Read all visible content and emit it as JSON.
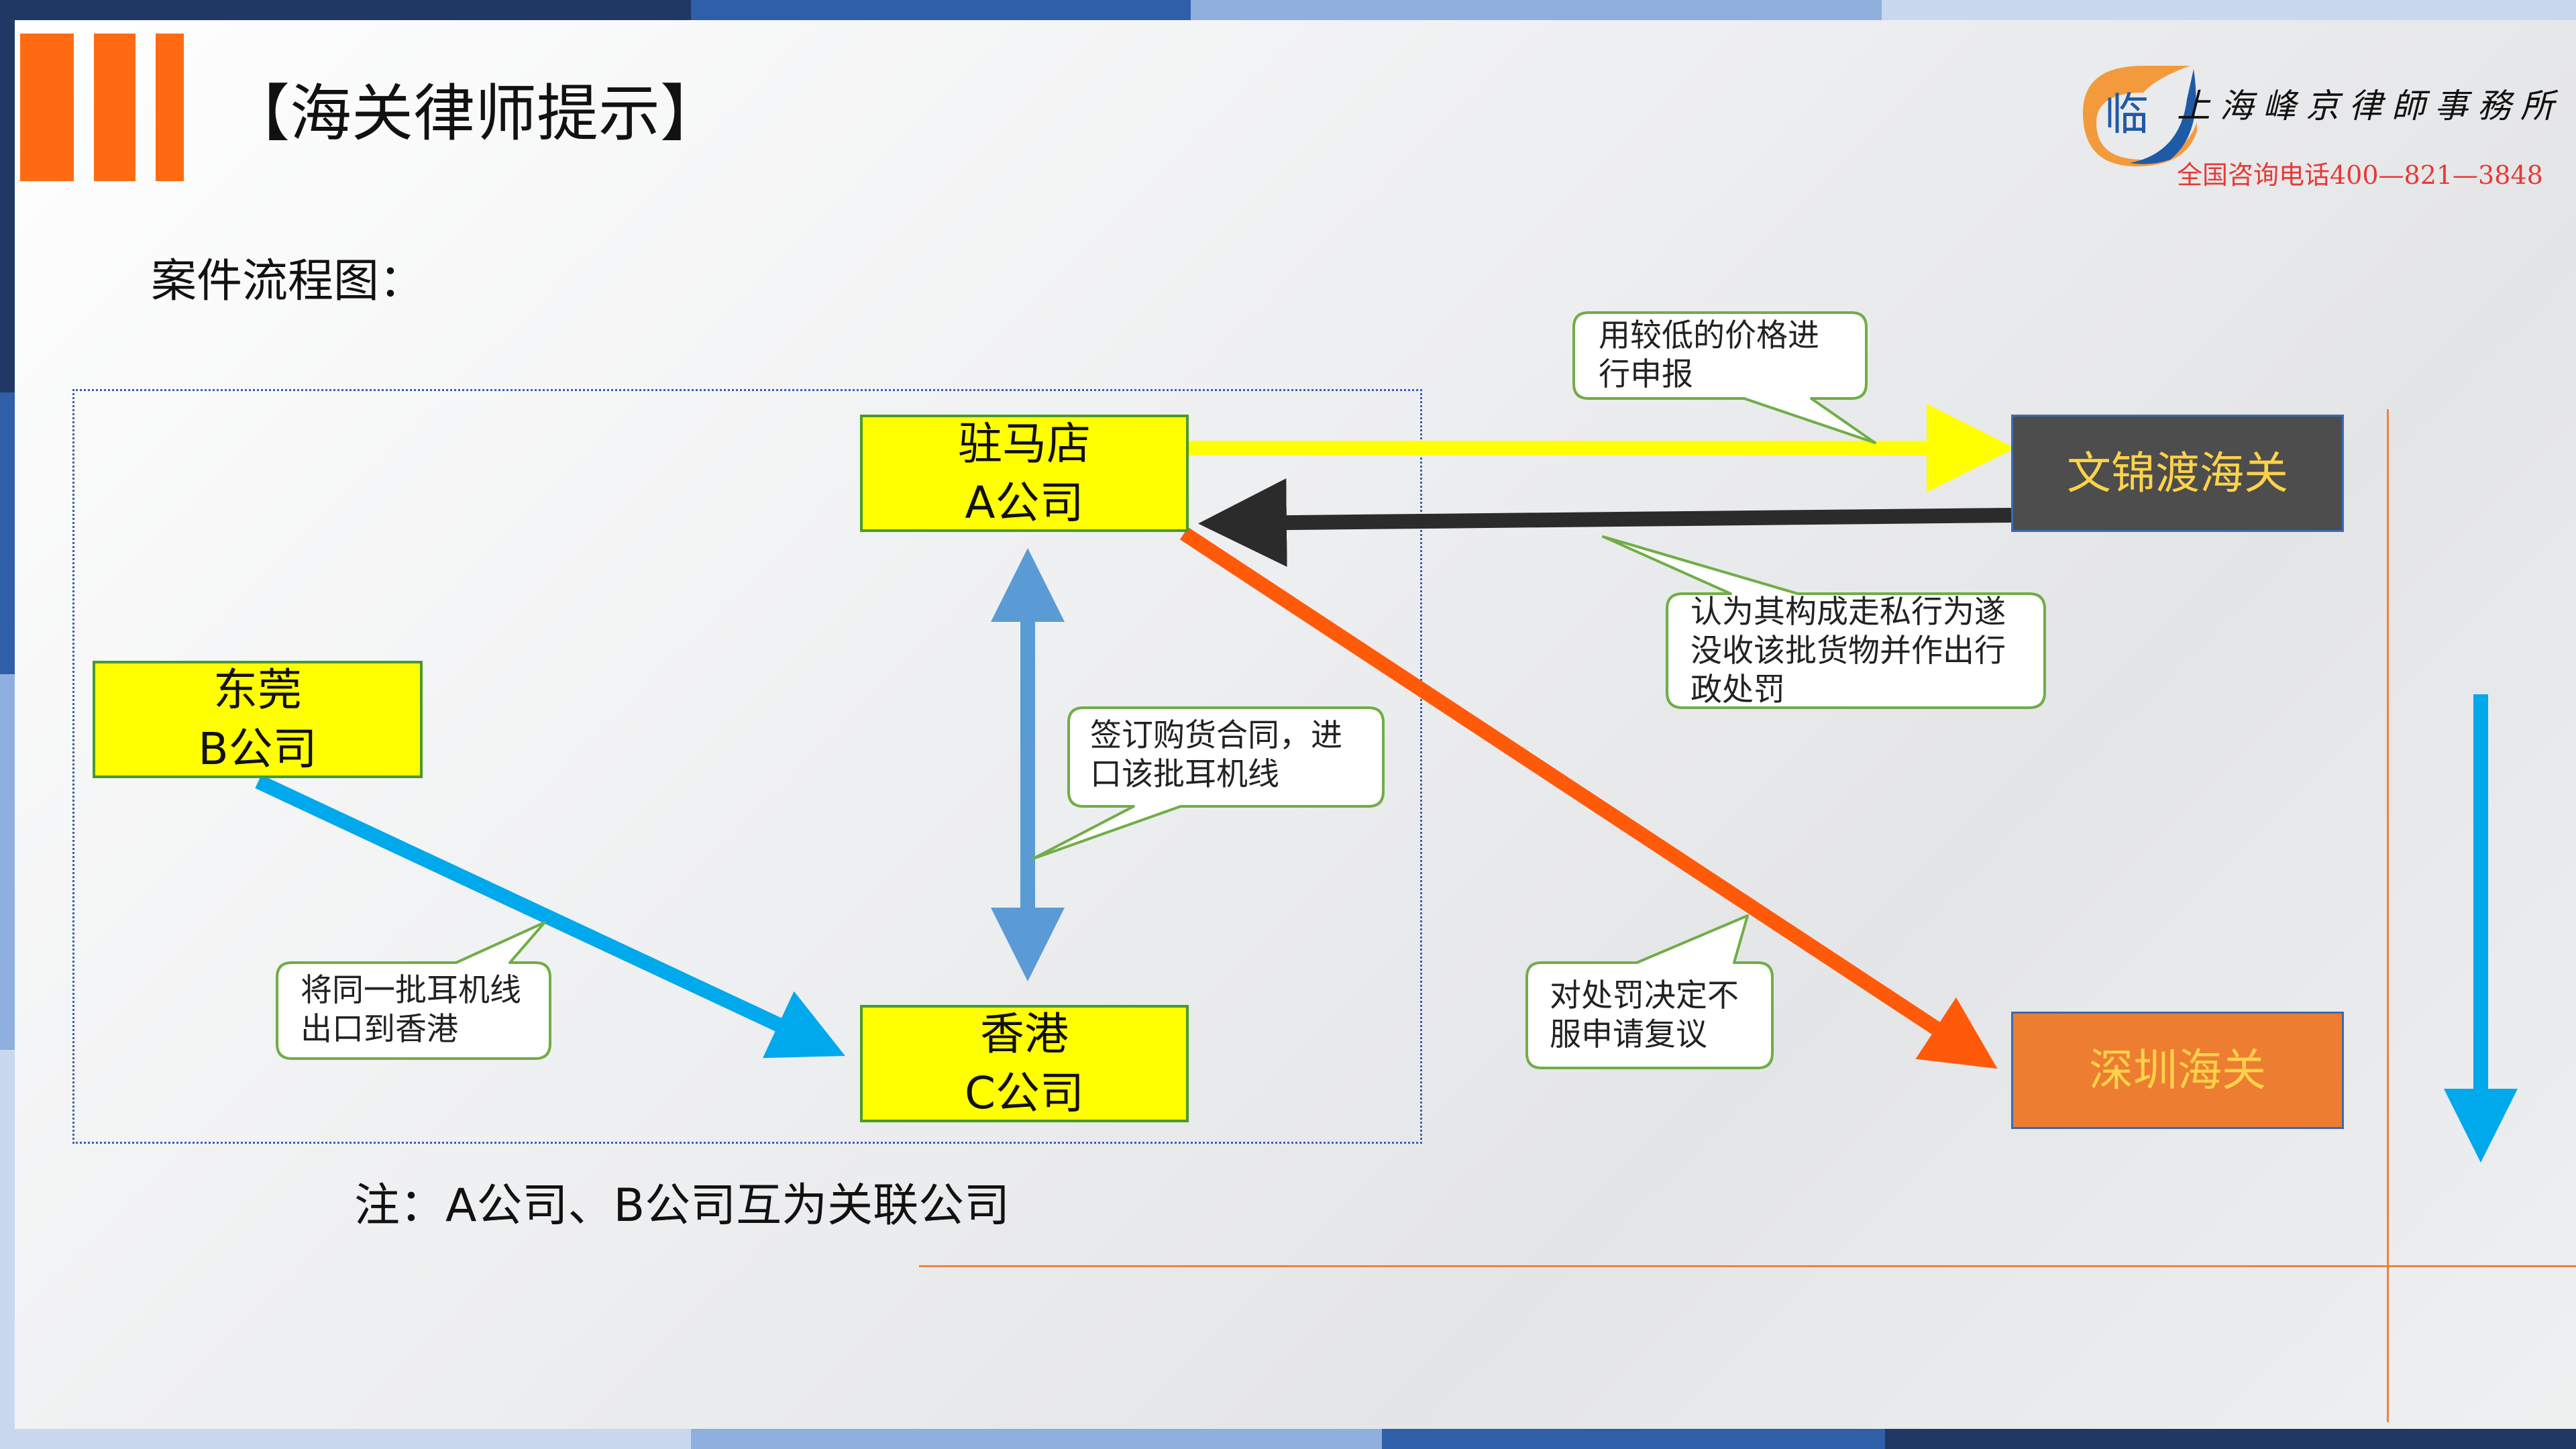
{
  "header": {
    "title": "【海关律师提示】",
    "firm_name": "上海峰京律師事務所",
    "hotline": "全国咨询电话400—821—3848",
    "logo_glyph": "临"
  },
  "subtitle": "案件流程图：",
  "nodes": {
    "zhumadian": {
      "line1": "驻马店",
      "line2": "A公司"
    },
    "dongguan": {
      "line1": "东莞",
      "line2": "B公司"
    },
    "hongkong": {
      "line1": "香港",
      "line2": "C公司"
    },
    "wenjindu": {
      "label": "文锦渡海关"
    },
    "shenzhen": {
      "label": "深圳海关"
    }
  },
  "callouts": {
    "low_price": "用较低的价格进\n行申报",
    "smuggling": "认为其构成走私行为遂\n没收该批货物并作出行\n政处罚",
    "contract": "签订购货合同，进\n口该批耳机线",
    "export_hk": "将同一批耳机线\n出口到香港",
    "review": "对处罚决定不\n服申请复议"
  },
  "note": "注：A公司、B公司互为关联公司",
  "colors": {
    "accent_orange": "#ff6a13",
    "yellow_node": "#ffff00",
    "node_border": "#4a9a2a",
    "customs_dark": "#4d4d4d",
    "customs_orange": "#ed7d31",
    "customs_text": "#ffd24a",
    "arrow_yellow": "#ffff00",
    "arrow_dark": "#2b2b2b",
    "arrow_orange": "#ff5a0a",
    "arrow_blue": "#5b9bd5",
    "arrow_cyan": "#00a8ec",
    "hotline_red": "#e53935"
  }
}
